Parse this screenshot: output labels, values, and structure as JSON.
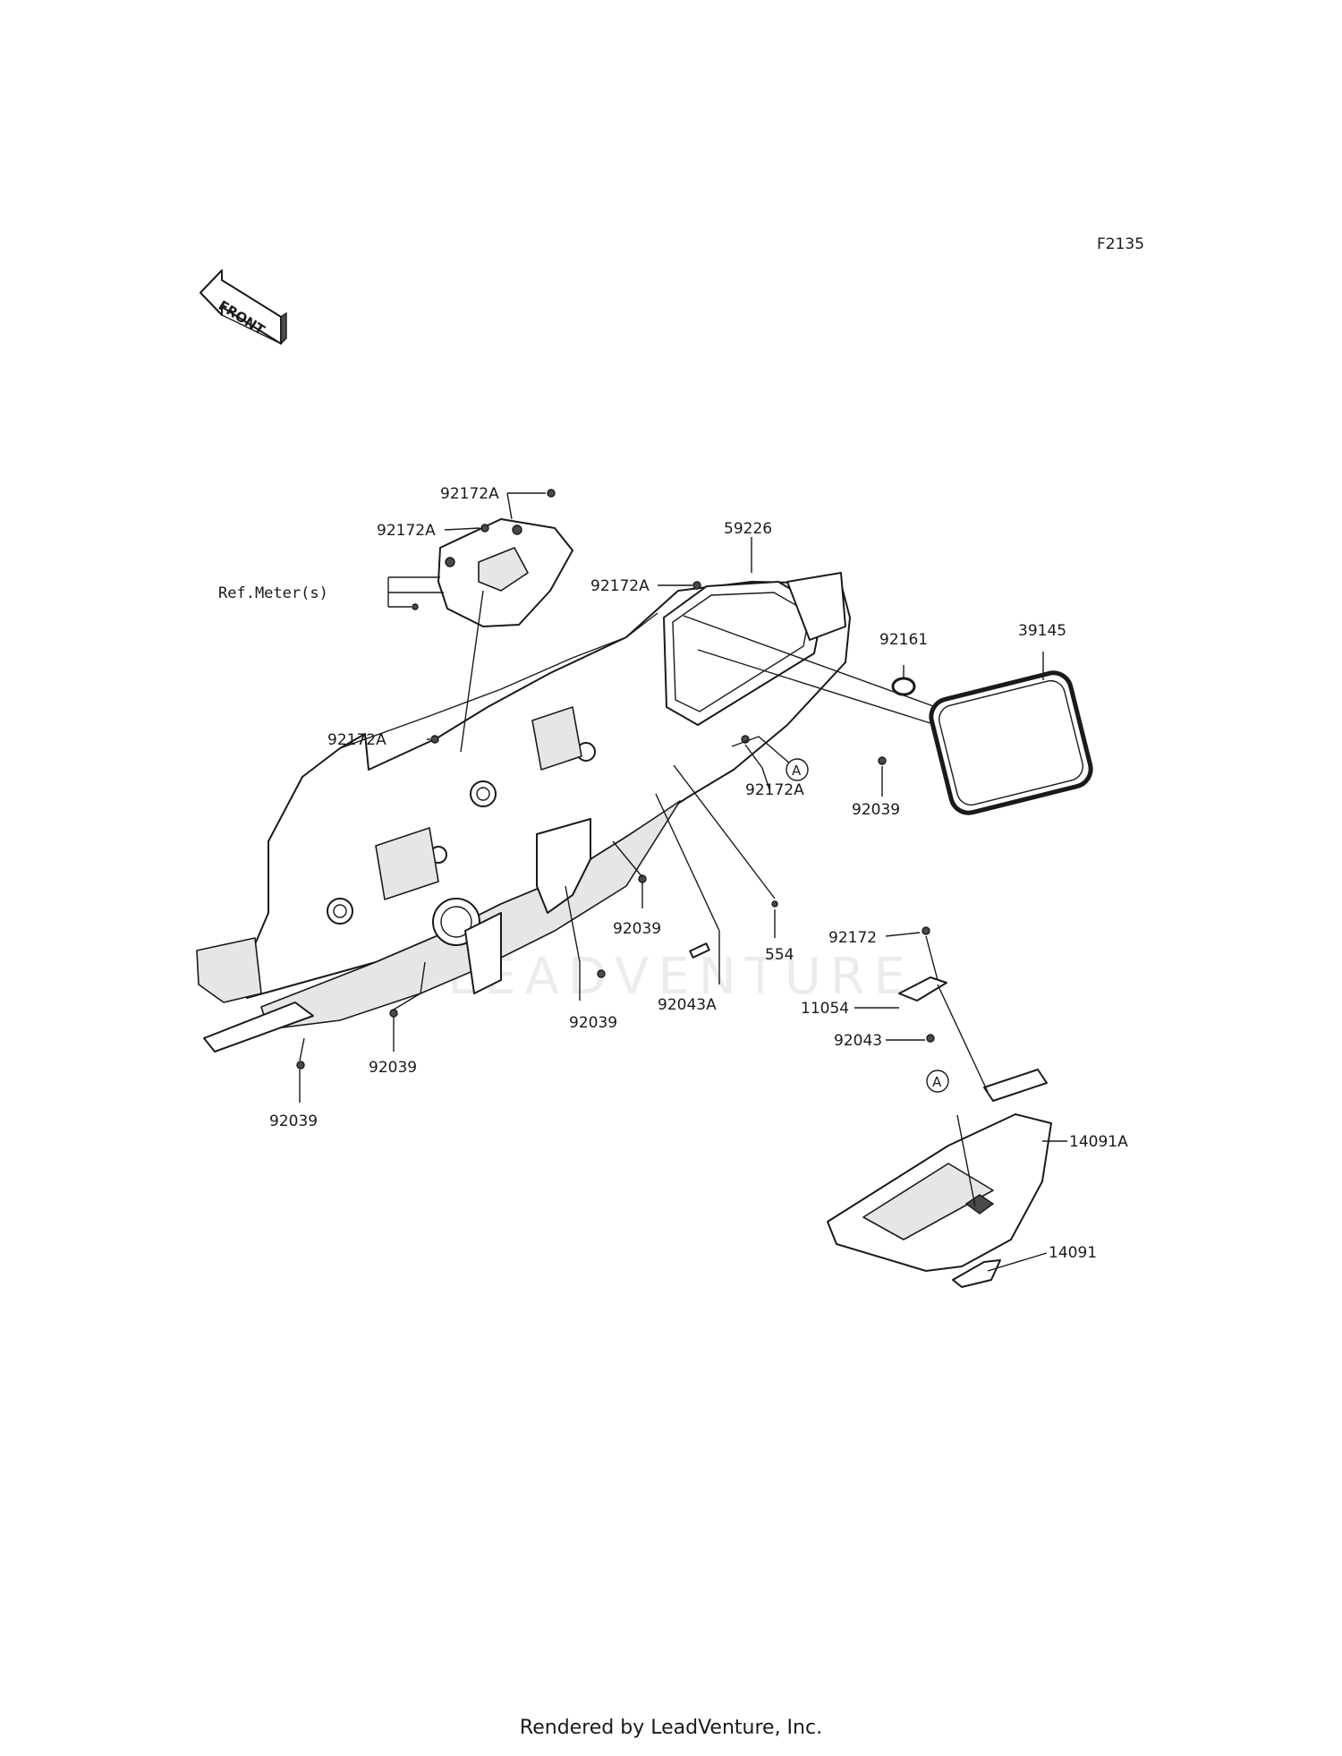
{
  "figure_code": "F2135",
  "front_arrow_label": "FRONT",
  "watermark": "LEADVENTURE",
  "callouts": [
    {
      "id": "c1",
      "text": "92172A"
    },
    {
      "id": "c2",
      "text": "92172A"
    },
    {
      "id": "c3",
      "text": "Ref.Meter(s)"
    },
    {
      "id": "c4",
      "text": "59226"
    },
    {
      "id": "c5",
      "text": "92172A"
    },
    {
      "id": "c6",
      "text": "92161"
    },
    {
      "id": "c7",
      "text": "39145"
    },
    {
      "id": "c8",
      "text": "92172A"
    },
    {
      "id": "c9",
      "text": "92172A"
    },
    {
      "id": "c10",
      "text": "92039"
    },
    {
      "id": "c11",
      "text": "92039"
    },
    {
      "id": "c12",
      "text": "554"
    },
    {
      "id": "c13",
      "text": "92172"
    },
    {
      "id": "c14",
      "text": "11054"
    },
    {
      "id": "c15",
      "text": "92043"
    },
    {
      "id": "c16",
      "text": "92043A"
    },
    {
      "id": "c17",
      "text": "92039"
    },
    {
      "id": "c18",
      "text": "92039"
    },
    {
      "id": "c19",
      "text": "92039"
    },
    {
      "id": "c20",
      "text": "14091A"
    },
    {
      "id": "c21",
      "text": "14091"
    }
  ],
  "reference_markers": [
    {
      "id": "m1",
      "text": "A"
    },
    {
      "id": "m2",
      "text": "A"
    }
  ],
  "footer": "Rendered by LeadVenture, Inc."
}
